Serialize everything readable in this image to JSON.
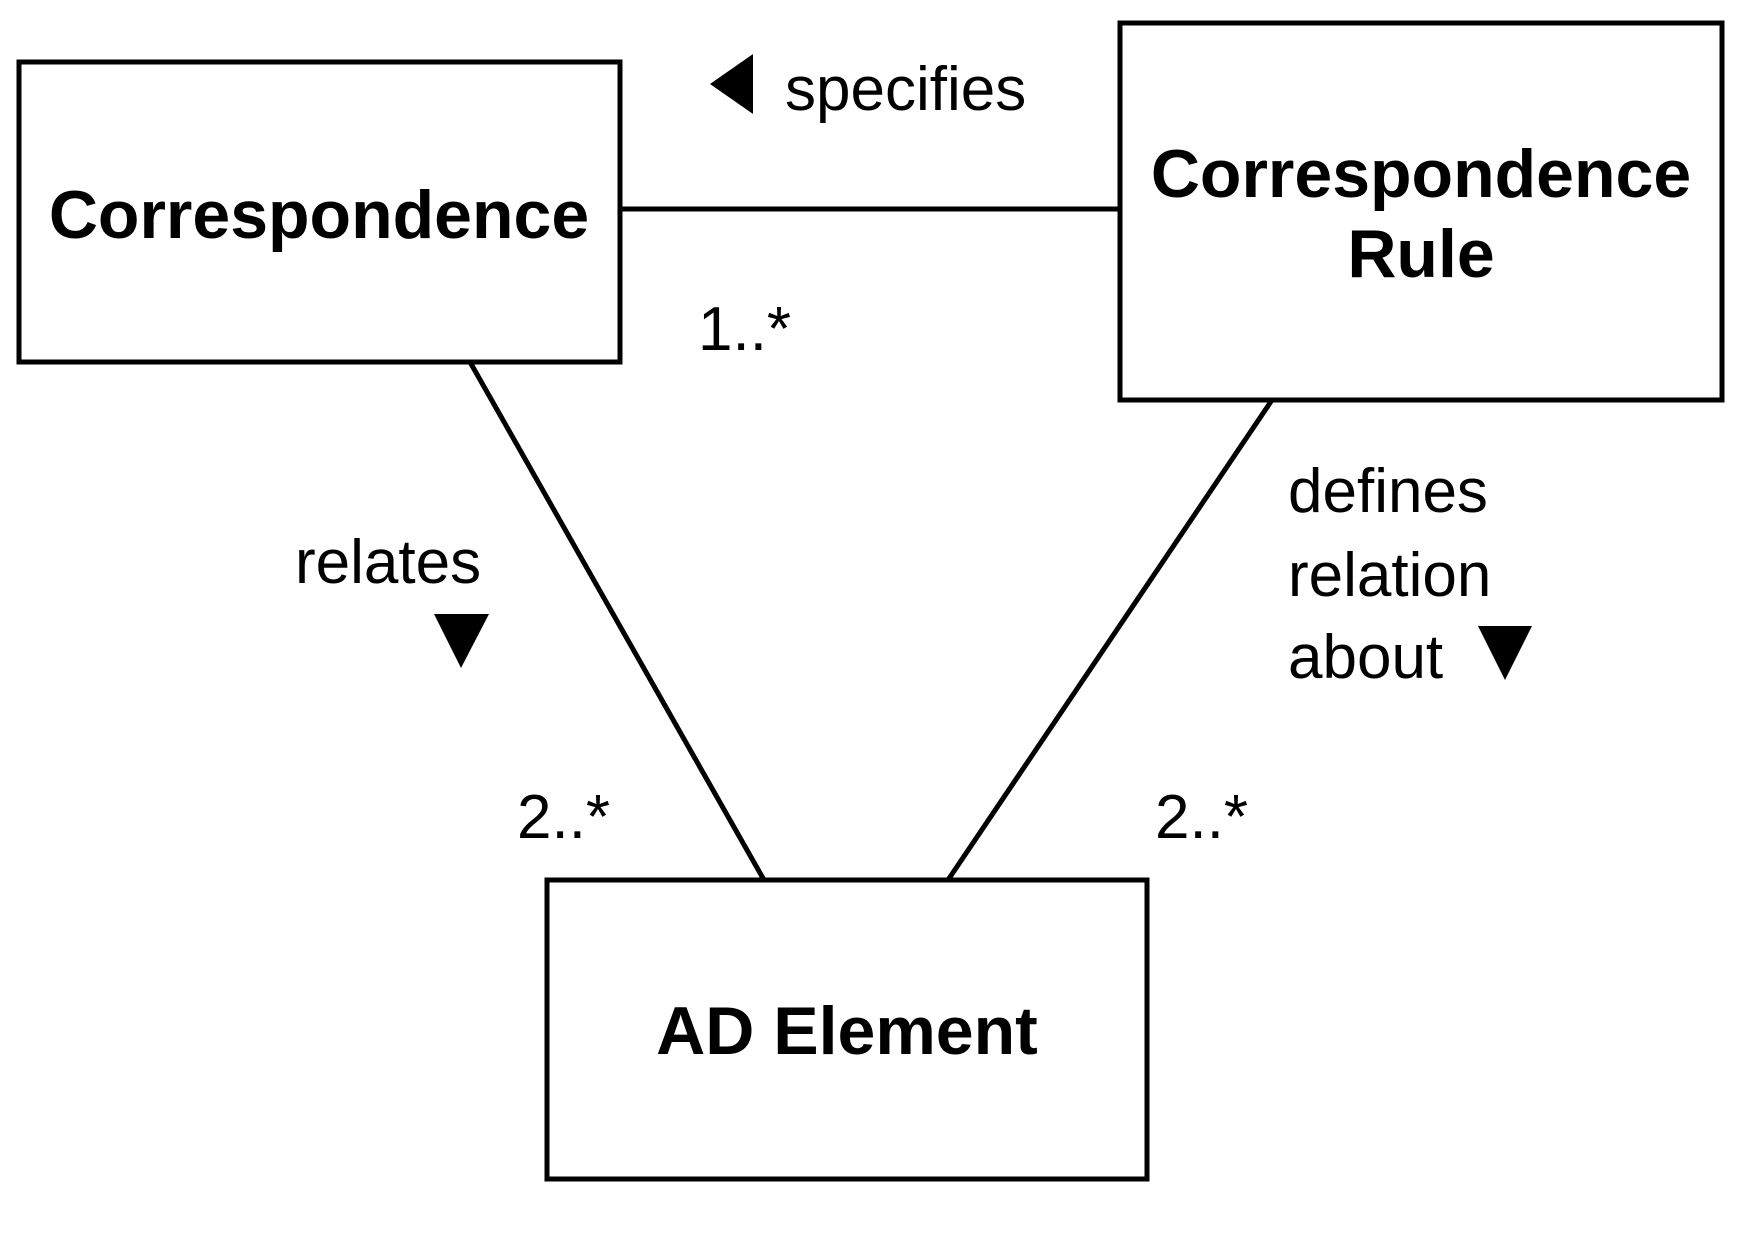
{
  "classes": {
    "correspondence": {
      "name": "Correspondence"
    },
    "correspondence_rule": {
      "name_line1": "Correspondence",
      "name_line2": "Rule"
    },
    "ad_element": {
      "name": "AD Element"
    }
  },
  "associations": {
    "specifies": {
      "label": "specifies",
      "direction": "left",
      "multiplicity": "1..*"
    },
    "relates": {
      "label": "relates",
      "direction": "down",
      "multiplicity": "2..*"
    },
    "defines_relation_about": {
      "label_line1": "defines",
      "label_line2": "relation",
      "label_line3": "about",
      "direction": "down",
      "multiplicity": "2..*"
    }
  },
  "colors": {
    "stroke": "#000000",
    "background": "#ffffff"
  }
}
